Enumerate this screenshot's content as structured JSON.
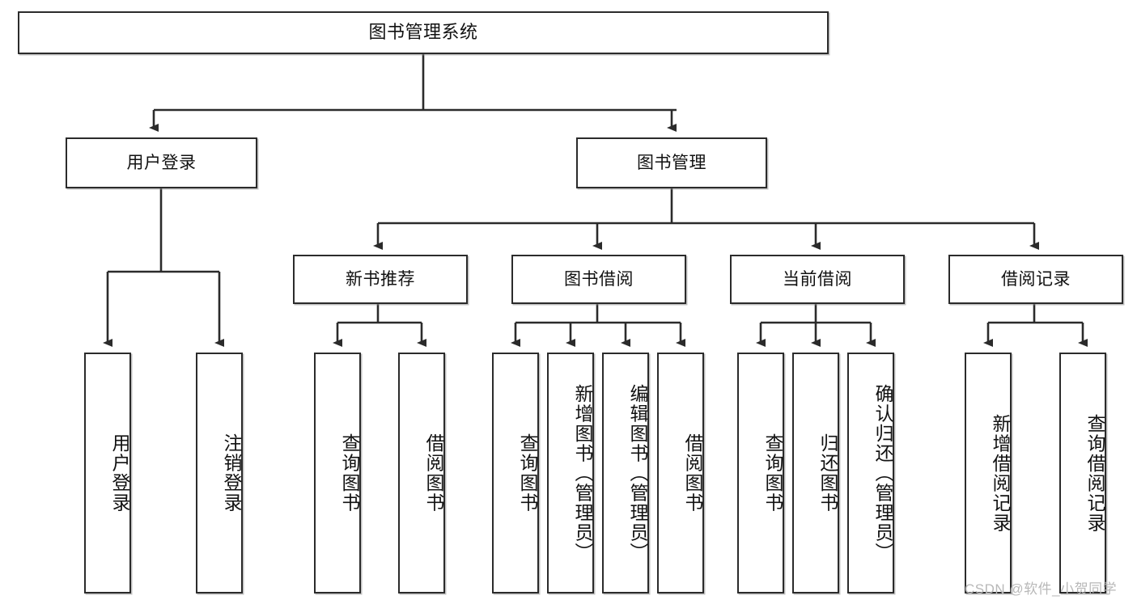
{
  "diagram": {
    "type": "tree-hierarchy",
    "title": "图书管理系统",
    "watermark": "CSDN @软件_小贺同学",
    "colors": {
      "box_border": "#2b2b2b",
      "box_fill": "#ffffff",
      "connector": "#2b2b2b",
      "watermark": "#b8b8b8",
      "background": "#ffffff"
    },
    "levels": {
      "root": {
        "label": "图书管理系统"
      },
      "level2": [
        {
          "label": "用户登录"
        },
        {
          "label": "图书管理"
        }
      ],
      "level3": [
        {
          "label": "新书推荐"
        },
        {
          "label": "图书借阅"
        },
        {
          "label": "当前借阅"
        },
        {
          "label": "借阅记录"
        }
      ],
      "leaves": [
        {
          "label": "用户登录",
          "parent": "用户登录"
        },
        {
          "label": "注销登录",
          "parent": "用户登录"
        },
        {
          "label": "查询图书",
          "parent": "新书推荐"
        },
        {
          "label": "借阅图书",
          "parent": "新书推荐"
        },
        {
          "label": "查询图书",
          "parent": "图书借阅"
        },
        {
          "label": "新增图书（管理员）",
          "parent": "图书借阅"
        },
        {
          "label": "编辑图书（管理员）",
          "parent": "图书借阅"
        },
        {
          "label": "借阅图书",
          "parent": "图书借阅"
        },
        {
          "label": "查询图书",
          "parent": "当前借阅"
        },
        {
          "label": "归还图书",
          "parent": "当前借阅"
        },
        {
          "label": "确认归还（管理员）",
          "parent": "当前借阅"
        },
        {
          "label": "新增借阅记录",
          "parent": "借阅记录"
        },
        {
          "label": "查询借阅记录",
          "parent": "借阅记录"
        }
      ]
    }
  }
}
